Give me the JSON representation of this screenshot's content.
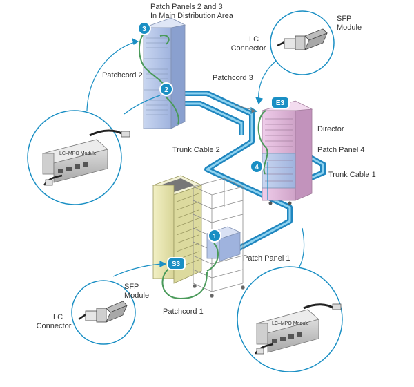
{
  "labels": {
    "patch_panels_23_line1": "Patch Panels 2 and 3",
    "patch_panels_23_line2": "In Main Distribution Area",
    "patchcord2": "Patchcord 2",
    "patchcord3": "Patchcord 3",
    "patchcord1": "Patchcord 1",
    "trunk_cable2": "Trunk Cable 2",
    "trunk_cable1": "Trunk Cable 1",
    "director": "Director",
    "patch_panel4": "Patch Panel 4",
    "patch_panel1": "Patch Panel 1",
    "sfp_module_top_l1": "SFP",
    "sfp_module_top_l2": "Module",
    "lc_connector_top_l1": "LC",
    "lc_connector_top_l2": "Connector",
    "sfp_module_bottom_l1": "SFP",
    "sfp_module_bottom_l2": "Module",
    "lc_connector_bottom_l1": "LC",
    "lc_connector_bottom_l2": "Connector",
    "lc_mpo_module_left": "LC–MPO Module",
    "lc_mpo_module_right": "LC–MPO Module"
  },
  "badges": {
    "b3": "3",
    "b2": "2",
    "be3": "E3",
    "b4": "4",
    "b1": "1",
    "bs3": "S3"
  },
  "colors": {
    "accent_blue": "#1a8fc4",
    "trunk_cable": "#2a9fd6",
    "cord_green": "#4a9a5a",
    "rack_blue": "#b9c9ea",
    "rack_pink": "#e2b8dc",
    "rack_yellow": "#e8e6a8"
  }
}
